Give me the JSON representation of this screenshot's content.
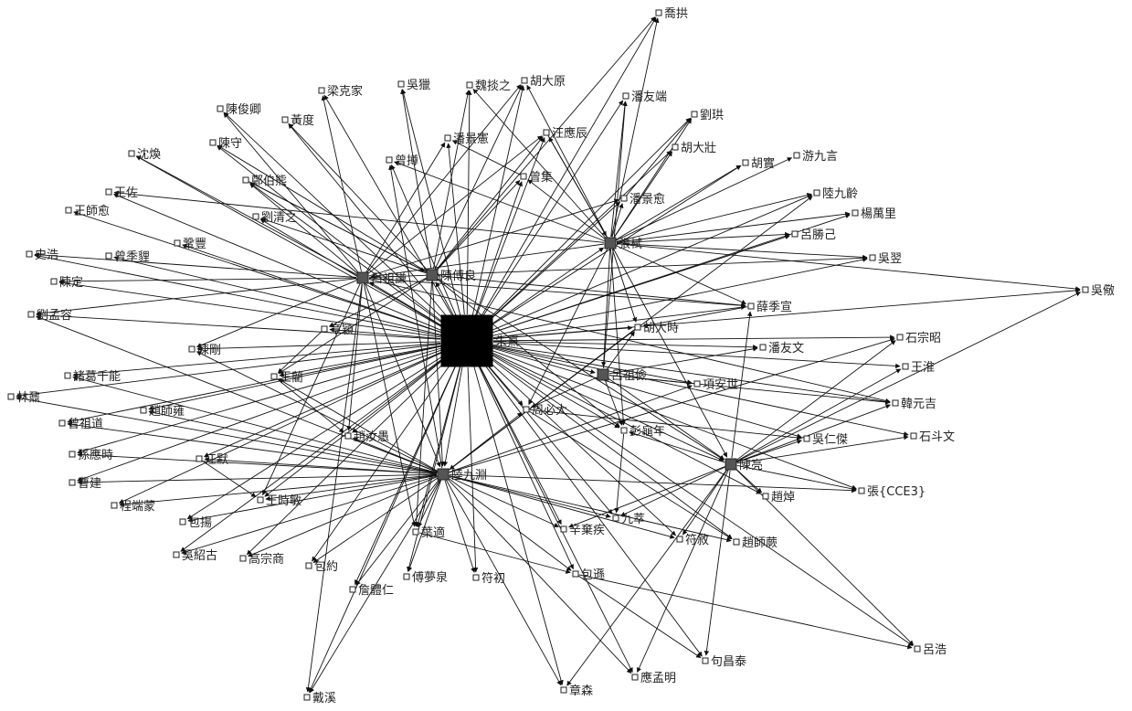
{
  "hub": "朱熹",
  "secondary": [
    "呂祖謙",
    "陳傅良",
    "張栻",
    "陸九淵",
    "呂祖儉",
    "陳亮"
  ],
  "nodes": [
    "朱熹",
    "呂祖謙",
    "陳傅良",
    "張栻",
    "陸九淵",
    "呂祖儉",
    "陳亮",
    "喬拱",
    "梁克家",
    "吳獵",
    "魏掞之",
    "胡大原",
    "潘友端",
    "劉珙",
    "胡大壯",
    "胡實",
    "游九言",
    "陳俊卿",
    "黃度",
    "陳守",
    "潘景憲",
    "汪應辰",
    "曾撙",
    "曾集",
    "潘景愈",
    "陸九齡",
    "楊萬里",
    "沈煥",
    "鄭伯熊",
    "王佐",
    "王師愈",
    "劉清之",
    "呂勝己",
    "吳翌",
    "吳儆",
    "史浩",
    "曾季貍",
    "鞏豐",
    "陳定",
    "劉孟容",
    "薛季宣",
    "章穎",
    "胡大時",
    "石宗昭",
    "陳剛",
    "潘友文",
    "王淮",
    "諸葛千能",
    "王藺",
    "項安世",
    "韓元吉",
    "林鼐",
    "趙師雍",
    "周必大",
    "曾祖道",
    "彭龜年",
    "吳仁傑",
    "石斗文",
    "趙汝愚",
    "孫應時",
    "江默",
    "張{CCE3}",
    "曹建",
    "程端蒙",
    "王時敏",
    "趙焯",
    "包揚",
    "九萃",
    "辛棄疾",
    "葉適",
    "符敘",
    "趙師蕨",
    "吳紹古",
    "高宗商",
    "包約",
    "包遜",
    "傅夢泉",
    "符初",
    "詹體仁",
    "呂浩",
    "句昌泰",
    "應孟明",
    "章森",
    "戴溪"
  ],
  "edges": [
    [
      "朱熹",
      "喬拱"
    ],
    [
      "朱熹",
      "梁克家"
    ],
    [
      "朱熹",
      "吳獵"
    ],
    [
      "朱熹",
      "魏掞之"
    ],
    [
      "朱熹",
      "胡大原"
    ],
    [
      "朱熹",
      "潘友端"
    ],
    [
      "朱熹",
      "劉珙"
    ],
    [
      "朱熹",
      "胡大壯"
    ],
    [
      "朱熹",
      "胡實"
    ],
    [
      "朱熹",
      "陳俊卿"
    ],
    [
      "朱熹",
      "黃度"
    ],
    [
      "朱熹",
      "陳守"
    ],
    [
      "朱熹",
      "潘景憲"
    ],
    [
      "朱熹",
      "汪應辰"
    ],
    [
      "朱熹",
      "曾撙"
    ],
    [
      "朱熹",
      "曾集"
    ],
    [
      "朱熹",
      "潘景愈"
    ],
    [
      "朱熹",
      "陸九齡"
    ],
    [
      "朱熹",
      "楊萬里"
    ],
    [
      "朱熹",
      "沈煥"
    ],
    [
      "朱熹",
      "鄭伯熊"
    ],
    [
      "朱熹",
      "王佐"
    ],
    [
      "朱熹",
      "王師愈"
    ],
    [
      "朱熹",
      "劉清之"
    ],
    [
      "朱熹",
      "呂勝己"
    ],
    [
      "朱熹",
      "吳翌"
    ],
    [
      "朱熹",
      "吳儆"
    ],
    [
      "朱熹",
      "史浩"
    ],
    [
      "朱熹",
      "曾季貍"
    ],
    [
      "朱熹",
      "鞏豐"
    ],
    [
      "朱熹",
      "陳定"
    ],
    [
      "朱熹",
      "劉孟容"
    ],
    [
      "朱熹",
      "薛季宣"
    ],
    [
      "朱熹",
      "章穎"
    ],
    [
      "朱熹",
      "胡大時"
    ],
    [
      "朱熹",
      "石宗昭"
    ],
    [
      "朱熹",
      "陳剛"
    ],
    [
      "朱熹",
      "潘友文"
    ],
    [
      "朱熹",
      "王淮"
    ],
    [
      "朱熹",
      "諸葛千能"
    ],
    [
      "朱熹",
      "王藺"
    ],
    [
      "朱熹",
      "項安世"
    ],
    [
      "朱熹",
      "韓元吉"
    ],
    [
      "朱熹",
      "林鼐"
    ],
    [
      "朱熹",
      "趙師雍"
    ],
    [
      "朱熹",
      "周必大"
    ],
    [
      "朱熹",
      "曾祖道"
    ],
    [
      "朱熹",
      "彭龜年"
    ],
    [
      "朱熹",
      "吳仁傑"
    ],
    [
      "朱熹",
      "石斗文"
    ],
    [
      "朱熹",
      "趙汝愚"
    ],
    [
      "朱熹",
      "孫應時"
    ],
    [
      "朱熹",
      "江默"
    ],
    [
      "朱熹",
      "張{CCE3}"
    ],
    [
      "朱熹",
      "曹建"
    ],
    [
      "朱熹",
      "程端蒙"
    ],
    [
      "朱熹",
      "王時敏"
    ],
    [
      "朱熹",
      "趙焯"
    ],
    [
      "朱熹",
      "包揚"
    ],
    [
      "朱熹",
      "九萃"
    ],
    [
      "朱熹",
      "辛棄疾"
    ],
    [
      "朱熹",
      "葉適"
    ],
    [
      "朱熹",
      "符敘"
    ],
    [
      "朱熹",
      "趙師蕨"
    ],
    [
      "朱熹",
      "吳紹古"
    ],
    [
      "朱熹",
      "高宗商"
    ],
    [
      "朱熹",
      "包約"
    ],
    [
      "朱熹",
      "包遜"
    ],
    [
      "朱熹",
      "傅夢泉"
    ],
    [
      "朱熹",
      "符初"
    ],
    [
      "朱熹",
      "詹體仁"
    ],
    [
      "朱熹",
      "呂浩"
    ],
    [
      "朱熹",
      "句昌泰"
    ],
    [
      "朱熹",
      "應孟明"
    ],
    [
      "朱熹",
      "章森"
    ],
    [
      "朱熹",
      "戴溪"
    ],
    [
      "朱熹",
      "呂祖謙"
    ],
    [
      "朱熹",
      "陳傅良"
    ],
    [
      "朱熹",
      "張栻"
    ],
    [
      "朱熹",
      "陸九淵"
    ],
    [
      "朱熹",
      "呂祖儉"
    ],
    [
      "朱熹",
      "陳亮"
    ],
    [
      "呂祖謙",
      "梁克家"
    ],
    [
      "呂祖謙",
      "潘景憲"
    ],
    [
      "呂祖謙",
      "汪應辰"
    ],
    [
      "呂祖謙",
      "潘景愈"
    ],
    [
      "呂祖謙",
      "胡大原"
    ],
    [
      "呂祖謙",
      "沈煥"
    ],
    [
      "呂祖謙",
      "陳俊卿"
    ],
    [
      "呂祖謙",
      "史浩"
    ],
    [
      "呂祖謙",
      "陳定"
    ],
    [
      "呂祖謙",
      "劉孟容"
    ],
    [
      "呂祖謙",
      "薛季宣"
    ],
    [
      "呂祖謙",
      "陳剛"
    ],
    [
      "呂祖謙",
      "趙汝愚"
    ],
    [
      "呂祖謙",
      "葉適"
    ],
    [
      "呂祖謙",
      "王時敏"
    ],
    [
      "呂祖謙",
      "戴溪"
    ],
    [
      "呂祖謙",
      "陸九淵"
    ],
    [
      "呂祖謙",
      "吳翌"
    ],
    [
      "呂祖謙",
      "韓元吉"
    ],
    [
      "呂祖謙",
      "鄭伯熊"
    ],
    [
      "陳傅良",
      "吳獵"
    ],
    [
      "陳傅良",
      "喬拱"
    ],
    [
      "陳傅良",
      "胡大原"
    ],
    [
      "陳傅良",
      "陳守"
    ],
    [
      "陳傅良",
      "黃度"
    ],
    [
      "陳傅良",
      "鄭伯熊"
    ],
    [
      "陳傅良",
      "陳亮"
    ],
    [
      "陳傅良",
      "章穎"
    ],
    [
      "陳傅良",
      "曾集"
    ],
    [
      "陳傅良",
      "汪應辰"
    ],
    [
      "陳傅良",
      "劉清之"
    ],
    [
      "陳傅良",
      "薛季宣"
    ],
    [
      "陳傅良",
      "陸九淵"
    ],
    [
      "陳傅良",
      "王藺"
    ],
    [
      "陳傅良",
      "葉適"
    ],
    [
      "陳傅良",
      "彭龜年"
    ],
    [
      "陳傅良",
      "魏掞之"
    ],
    [
      "張栻",
      "喬拱"
    ],
    [
      "張栻",
      "潘友端"
    ],
    [
      "張栻",
      "劉珙"
    ],
    [
      "張栻",
      "胡大壯"
    ],
    [
      "張栻",
      "胡實"
    ],
    [
      "張栻",
      "游九言"
    ],
    [
      "張栻",
      "胡大原"
    ],
    [
      "張栻",
      "潘景愈"
    ],
    [
      "張栻",
      "陸九齡"
    ],
    [
      "張栻",
      "楊萬里"
    ],
    [
      "張栻",
      "呂勝己"
    ],
    [
      "張栻",
      "吳翌"
    ],
    [
      "張栻",
      "吳儆"
    ],
    [
      "張栻",
      "胡大時"
    ],
    [
      "張栻",
      "曾集"
    ],
    [
      "張栻",
      "汪應辰"
    ],
    [
      "張栻",
      "彭龜年"
    ],
    [
      "張栻",
      "呂祖儉"
    ],
    [
      "張栻",
      "陳亮"
    ],
    [
      "張栻",
      "曾撙"
    ],
    [
      "張栻",
      "魏掞之"
    ],
    [
      "張栻",
      "王佐"
    ],
    [
      "張栻",
      "薛季宣"
    ],
    [
      "張栻",
      "周必大"
    ],
    [
      "張栻",
      "呂祖謙"
    ],
    [
      "陸九淵",
      "林鼐"
    ],
    [
      "陸九淵",
      "曾祖道"
    ],
    [
      "陸九淵",
      "孫應時"
    ],
    [
      "陸九淵",
      "江默"
    ],
    [
      "陸九淵",
      "曹建"
    ],
    [
      "陸九淵",
      "程端蒙"
    ],
    [
      "陸九淵",
      "王時敏"
    ],
    [
      "陸九淵",
      "包揚"
    ],
    [
      "陸九淵",
      "吳紹古"
    ],
    [
      "陸九淵",
      "高宗商"
    ],
    [
      "陸九淵",
      "包約"
    ],
    [
      "陸九淵",
      "詹體仁"
    ],
    [
      "陸九淵",
      "傅夢泉"
    ],
    [
      "陸九淵",
      "符初"
    ],
    [
      "陸九淵",
      "包遜"
    ],
    [
      "陸九淵",
      "葉適"
    ],
    [
      "陸九淵",
      "戴溪"
    ],
    [
      "陸九淵",
      "辛棄疾"
    ],
    [
      "陸九淵",
      "九萃"
    ],
    [
      "陸九淵",
      "符敘"
    ],
    [
      "陸九淵",
      "趙師蕨"
    ],
    [
      "陸九淵",
      "陸九齡"
    ],
    [
      "陸九淵",
      "曾撙"
    ],
    [
      "陸九淵",
      "章森"
    ],
    [
      "陸九淵",
      "應孟明"
    ],
    [
      "陸九淵",
      "石宗昭"
    ],
    [
      "陸九淵",
      "張{CCE3}"
    ],
    [
      "陸九淵",
      "諸葛千能"
    ],
    [
      "陸九淵",
      "趙師雍"
    ],
    [
      "陸九淵",
      "項安世"
    ],
    [
      "陸九淵",
      "陳剛"
    ],
    [
      "陸九淵",
      "王藺"
    ],
    [
      "陸九淵",
      "周必大"
    ],
    [
      "陸九淵",
      "趙汝愚"
    ],
    [
      "陸九淵",
      "劉孟容"
    ],
    [
      "呂祖儉",
      "胡大時"
    ],
    [
      "呂祖儉",
      "潘友文"
    ],
    [
      "呂祖儉",
      "周必大"
    ],
    [
      "呂祖儉",
      "彭龜年"
    ],
    [
      "呂祖儉",
      "項安世"
    ],
    [
      "呂祖儉",
      "陳亮"
    ],
    [
      "呂祖儉",
      "潘友端"
    ],
    [
      "呂祖儉",
      "韓元吉"
    ],
    [
      "陳亮",
      "吳儆"
    ],
    [
      "陳亮",
      "王淮"
    ],
    [
      "陳亮",
      "石宗昭"
    ],
    [
      "陳亮",
      "石斗文"
    ],
    [
      "陳亮",
      "吳仁傑"
    ],
    [
      "陳亮",
      "韓元吉"
    ],
    [
      "陳亮",
      "趙焯"
    ],
    [
      "陳亮",
      "張{CCE3}"
    ],
    [
      "陳亮",
      "符敘"
    ],
    [
      "陳亮",
      "句昌泰"
    ],
    [
      "陳亮",
      "應孟明"
    ],
    [
      "陳亮",
      "呂浩"
    ],
    [
      "陳亮",
      "章森"
    ],
    [
      "陳亮",
      "九萃"
    ],
    [
      "陳亮",
      "薛季宣"
    ],
    [
      "陳亮",
      "彭龜年"
    ],
    [
      "陳亮",
      "辛棄疾"
    ],
    [
      "包遜",
      "呂浩"
    ],
    [
      "包遜",
      "句昌泰"
    ],
    [
      "葉適",
      "包遜"
    ],
    [
      "周必大",
      "趙師蕨"
    ],
    [
      "周必大",
      "吳仁傑"
    ],
    [
      "彭龜年",
      "九萃"
    ],
    [
      "王藺",
      "趙汝愚"
    ],
    [
      "江默",
      "王時敏"
    ],
    [
      "章穎",
      "王藺"
    ],
    [
      "鄭伯熊",
      "陳傅良"
    ],
    [
      "曾集",
      "潘景憲"
    ],
    [
      "潘景愈",
      "劉珙"
    ],
    [
      "汪應辰",
      "張栻"
    ],
    [
      "薛季宣",
      "胡大時"
    ],
    [
      "胡大時",
      "陸九淵"
    ]
  ]
}
